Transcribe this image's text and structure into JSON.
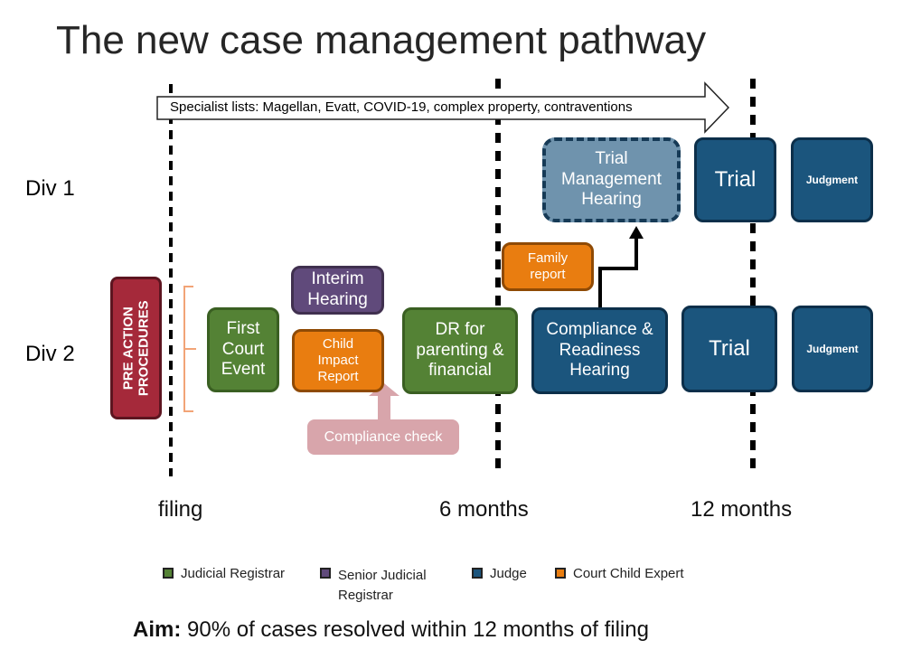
{
  "title": "The new case management pathway",
  "banner": "Specialist lists: Magellan, Evatt, COVID-19, complex property, contraventions",
  "rows": {
    "div1": "Div 1",
    "div2": "Div 2"
  },
  "pre_action": "PRE ACTION PROCEDURES",
  "nodes": {
    "first_court_event": "First Court Event",
    "interim_hearing": "Interim Hearing",
    "child_impact_report": "Child Impact Report",
    "compliance_check": "Compliance check",
    "dr": "DR for parenting & financial",
    "family_report": "Family report",
    "compliance_readiness": "Compliance & Readiness Hearing",
    "trial_management": "Trial Management Hearing",
    "trial_div1": "Trial",
    "judgment_div1": "Judgment",
    "trial_div2": "Trial",
    "judgment_div2": "Judgment"
  },
  "timeline": {
    "filing": "filing",
    "six_months": "6 months",
    "twelve_months": "12 months"
  },
  "legend": [
    {
      "label": "Judicial Registrar",
      "color": "#548235"
    },
    {
      "label": "Senior Judicial Registrar",
      "color": "#604a7b"
    },
    {
      "label": "Judge",
      "color": "#1b557d"
    },
    {
      "label": "Court Child Expert",
      "color": "#e97d10"
    }
  ],
  "aim": {
    "bold": "Aim:",
    "text": " 90% of cases resolved within 12 months of filing"
  }
}
